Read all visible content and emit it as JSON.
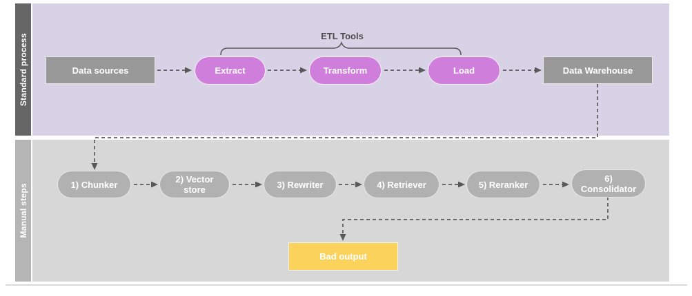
{
  "diagram": {
    "etl_tools_label": "ETL Tools",
    "lanes": [
      {
        "label": "Standard process"
      },
      {
        "label": "Manual steps"
      }
    ],
    "standard_nodes": {
      "data_sources": "Data sources",
      "extract": "Extract",
      "transform": "Transform",
      "load": "Load",
      "data_warehouse": "Data Warehouse"
    },
    "manual_nodes": {
      "chunker": "1) Chunker",
      "vector_store": "2) Vector store",
      "rewriter": "3) Rewriter",
      "retriever": "4) Retriever",
      "reranker": "5) Reranker",
      "consolidator": "6) Consolidator"
    },
    "bad_output_label": "Bad output"
  },
  "colors": {
    "lane_standard_bg": "#d8d2e7",
    "lane_standard_bar": "#666666",
    "lane_manual_bg": "#d7d7d7",
    "lane_manual_bar": "#b5b5b5",
    "pill_magenta": "#d07edb",
    "node_gray": "#b1b1b1",
    "box_gray": "#999999",
    "bad_output_yellow": "#fbd35c",
    "connector": "#595959"
  }
}
